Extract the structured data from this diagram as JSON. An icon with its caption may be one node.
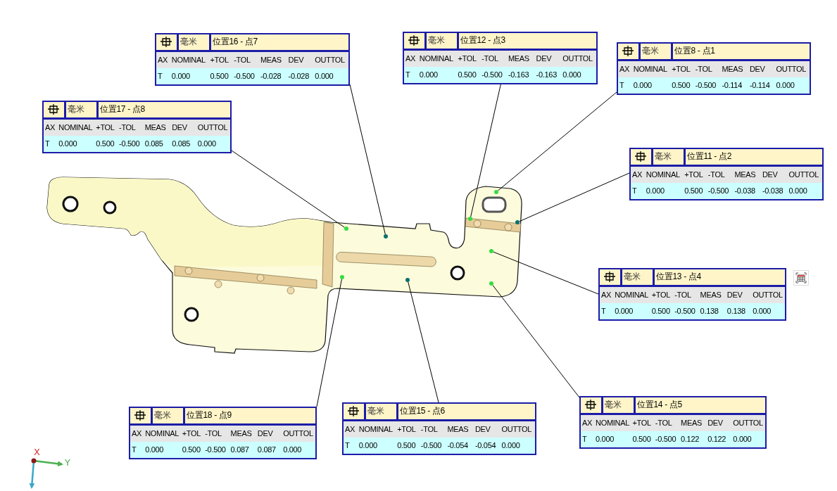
{
  "diagram": {
    "nodes": [
      {
        "text": [
          "毫米",
          "位置16 - 点7",
          "AX",
          "NOMINAL",
          "+TOL",
          "-TOL",
          "MEAS",
          "DEV",
          "OUTTOL",
          "T",
          "0.000",
          "0.500",
          "-0.500",
          "-0.028",
          "-0.028",
          "0.000"
        ]
      },
      {
        "text": [
          "毫米",
          "位置12 - 点3",
          "AX",
          "NOMINAL",
          "+TOL",
          "-TOL",
          "MEAS",
          "DEV",
          "OUTTOL",
          "T",
          "0.000",
          "0.500",
          "-0.500",
          "-0.163",
          "-0.163",
          "0.000"
        ]
      },
      {
        "text": [
          "毫米",
          "位置8 - 点1",
          "AX",
          "NOMINAL",
          "+TOL",
          "-TOL",
          "MEAS",
          "DEV",
          "OUTTOL",
          "T",
          "0.000",
          "0.500",
          "-0.500",
          "-0.114",
          "-0.114",
          "0.000"
        ]
      },
      {
        "text": [
          "毫米",
          "位置17 - 点8",
          "AX",
          "NOMINAL",
          "+TOL",
          "-TOL",
          "MEAS",
          "DEV",
          "OUTTOL",
          "T",
          "0.000",
          "0.500",
          "-0.500",
          "0.085",
          "0.085",
          "0.000"
        ]
      },
      {
        "text": [
          "毫米",
          "位置11 - 点2",
          "AX",
          "NOMINAL",
          "+TOL",
          "-TOL",
          "MEAS",
          "DEV",
          "OUTTOL",
          "T",
          "0.000",
          "0.500",
          "-0.500",
          "-0.038",
          "-0.038",
          "0.000"
        ]
      },
      {
        "text": [
          "毫米",
          "位置13 - 点4",
          "AX",
          "NOMINAL",
          "+TOL",
          "-TOL",
          "MEAS",
          "DEV",
          "OUTTOL",
          "T",
          "0.000",
          "0.500",
          "-0.500",
          "0.138",
          "0.138",
          "0.000"
        ]
      },
      {
        "text": [
          "毫米",
          "位置14 - 点5",
          "AX",
          "NOMINAL",
          "+TOL",
          "-TOL",
          "MEAS",
          "DEV",
          "OUTTOL",
          "T",
          "0.000",
          "0.500",
          "-0.500",
          "0.122",
          "0.122",
          "0.000"
        ]
      },
      {
        "text": [
          "毫米",
          "位置15 - 点6",
          "AX",
          "NOMINAL",
          "+TOL",
          "-TOL",
          "MEAS",
          "DEV",
          "OUTTOL",
          "T",
          "0.000",
          "0.500",
          "-0.500",
          "-0.054",
          "-0.054",
          "0.000"
        ]
      },
      {
        "text": [
          "毫米",
          "位置18 - 点9",
          "AX",
          "NOMINAL",
          "+TOL",
          "-TOL",
          "MEAS",
          "DEV",
          "OUTTOL",
          "T",
          "0.000",
          "0.500",
          "-0.500",
          "0.087",
          "0.087",
          "0.000"
        ]
      },
      {
        "text": [],
        "shape": "circle"
      },
      {
        "text": [],
        "shape": "circle"
      },
      {
        "text": [],
        "shape": "circle"
      },
      {
        "text": [],
        "shape": "circle"
      },
      {
        "text": [],
        "shape": "circle"
      },
      {
        "text": [],
        "shape": "circle"
      },
      {
        "text": [],
        "shape": "circle"
      },
      {
        "text": [],
        "shape": "circle"
      },
      {
        "text": [],
        "shape": "circle"
      }
    ],
    "edges": [
      {
        "from": 0,
        "to": 9,
        "arrow": "none"
      },
      {
        "from": 1,
        "to": 10,
        "arrow": "none"
      },
      {
        "from": 2,
        "to": 11,
        "arrow": "none"
      },
      {
        "from": 3,
        "to": 12,
        "arrow": "none"
      },
      {
        "from": 4,
        "to": 13,
        "arrow": "none"
      },
      {
        "from": 5,
        "to": 14,
        "arrow": "none"
      },
      {
        "from": 6,
        "to": 15,
        "arrow": "none"
      },
      {
        "from": 7,
        "to": 16,
        "arrow": "none"
      },
      {
        "from": 8,
        "to": 17,
        "arrow": "none"
      }
    ],
    "labels": [
      "X",
      "Y"
    ]
  }
}
